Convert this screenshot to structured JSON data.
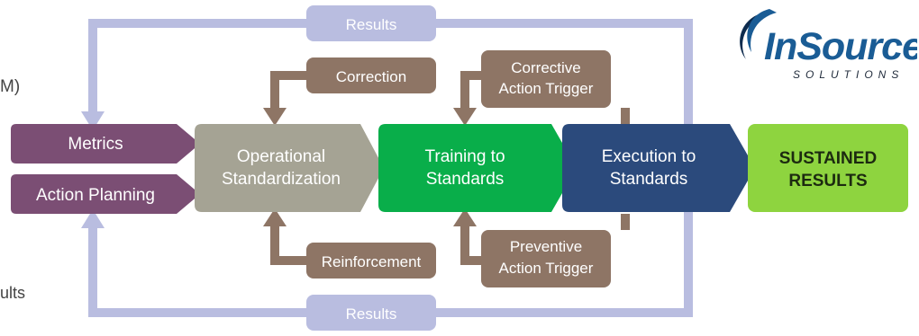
{
  "partial_text": {
    "top_left": "M)",
    "bottom_left": "ults"
  },
  "logo": {
    "name": "InSource",
    "subtitle": "SOLUTIONS"
  },
  "results_loop": {
    "top_label": "Results",
    "bottom_label": "Results"
  },
  "left_inputs": {
    "metrics": "Metrics",
    "action_planning": "Action Planning"
  },
  "stages": {
    "operational": [
      "Operational",
      "Standardization"
    ],
    "training": [
      "Training to",
      "Standards"
    ],
    "execution": [
      "Execution to",
      "Standards"
    ],
    "sustained": [
      "SUSTAINED",
      "RESULTS"
    ]
  },
  "feedback": {
    "correction": "Correction",
    "corrective_trigger": [
      "Corrective",
      "Action Trigger"
    ],
    "reinforcement": "Reinforcement",
    "preventive_trigger": [
      "Preventive",
      "Action Trigger"
    ]
  },
  "colors": {
    "loop": "#b9bde0",
    "metrics": "#7b4e74",
    "operational": "#a5a394",
    "training": "#09ae4a",
    "execution": "#2b4a7c",
    "sustained": "#8ed43f",
    "feedback": "#8e7565",
    "logo_blue": "#1a5c95"
  }
}
